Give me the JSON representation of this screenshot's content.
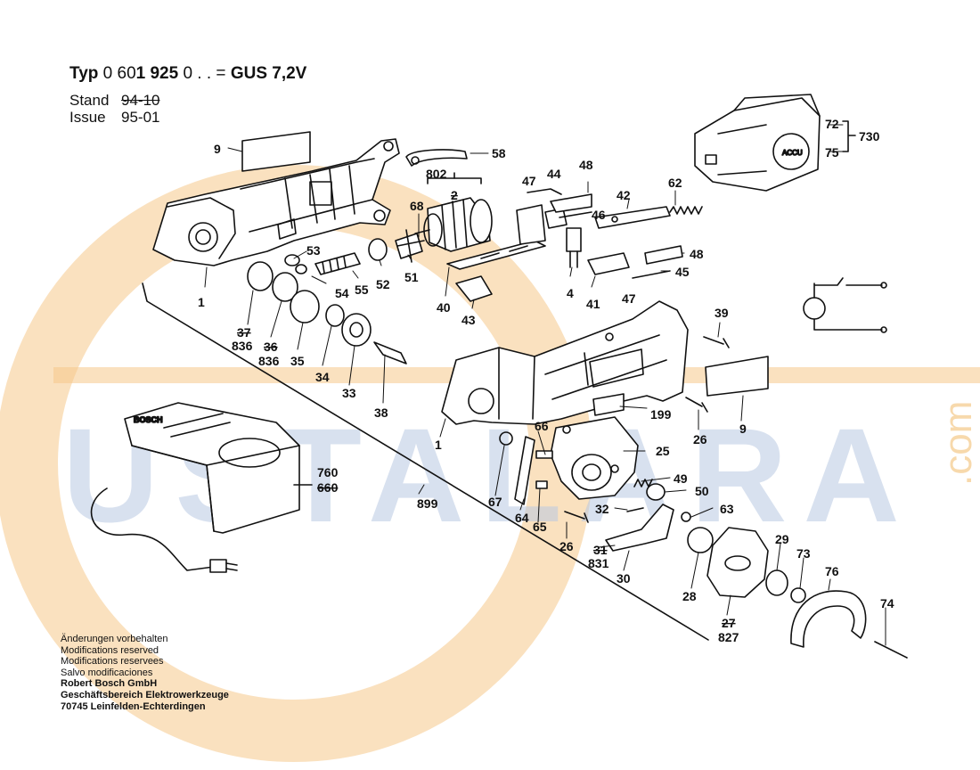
{
  "header": {
    "typ_label": "Typ",
    "typ_number_pre": "0 60",
    "typ_number_bold": "1 925",
    "typ_number_post": " 0 . . =",
    "model": "GUS 7,2V",
    "stand_label": "Stand",
    "stand_value": "94-10",
    "issue_label": "Issue",
    "issue_value": "95-01"
  },
  "watermark": {
    "text": "USTALARA",
    "domain": ".com",
    "colors": {
      "orange": "#f5c98a",
      "blue": "#b9c9e2"
    }
  },
  "parts": {
    "p9a": "9",
    "p58": "58",
    "p802": "802",
    "p2": "2",
    "p68": "68",
    "p47a": "47",
    "p44": "44",
    "p48a": "48",
    "p46": "46",
    "p42": "42",
    "p62": "62",
    "p72": "72",
    "p75": "75",
    "p730": "730",
    "p53": "53",
    "p54": "54",
    "p55": "55",
    "p52": "52",
    "p51": "51",
    "p40": "40",
    "p43": "43",
    "p4": "4",
    "p41": "41",
    "p47b": "47",
    "p45": "45",
    "p48b": "48",
    "p1a": "1",
    "p37": "37",
    "p836a": "836",
    "p36": "36",
    "p836b": "836",
    "p35": "35",
    "p34": "34",
    "p33": "33",
    "p38": "38",
    "p39": "39",
    "p199": "199",
    "p26a": "26",
    "p9b": "9",
    "p1b": "1",
    "p66": "66",
    "p25": "25",
    "p49": "49",
    "p50": "50",
    "p67": "67",
    "p64": "64",
    "p65": "65",
    "p32": "32",
    "p63": "63",
    "p26b": "26",
    "p31": "31",
    "p831": "831",
    "p30": "30",
    "p28": "28",
    "p29": "29",
    "p73": "73",
    "p76": "76",
    "p27": "27",
    "p827": "827",
    "p74": "74",
    "p760": "760",
    "p660": "660",
    "p899": "899"
  },
  "charger_brand": "BOSCH",
  "battery_badge": "ACCU",
  "footer": {
    "line1": "Änderungen vorbehalten",
    "line2": "Modifications reserved",
    "line3": "Modifications reservees",
    "line4": "Salvo modificaciones",
    "line5": "Robert Bosch GmbH",
    "line6": "Geschäftsbereich Elektrowerkzeuge",
    "line7": "70745 Leinfelden-Echterdingen"
  }
}
